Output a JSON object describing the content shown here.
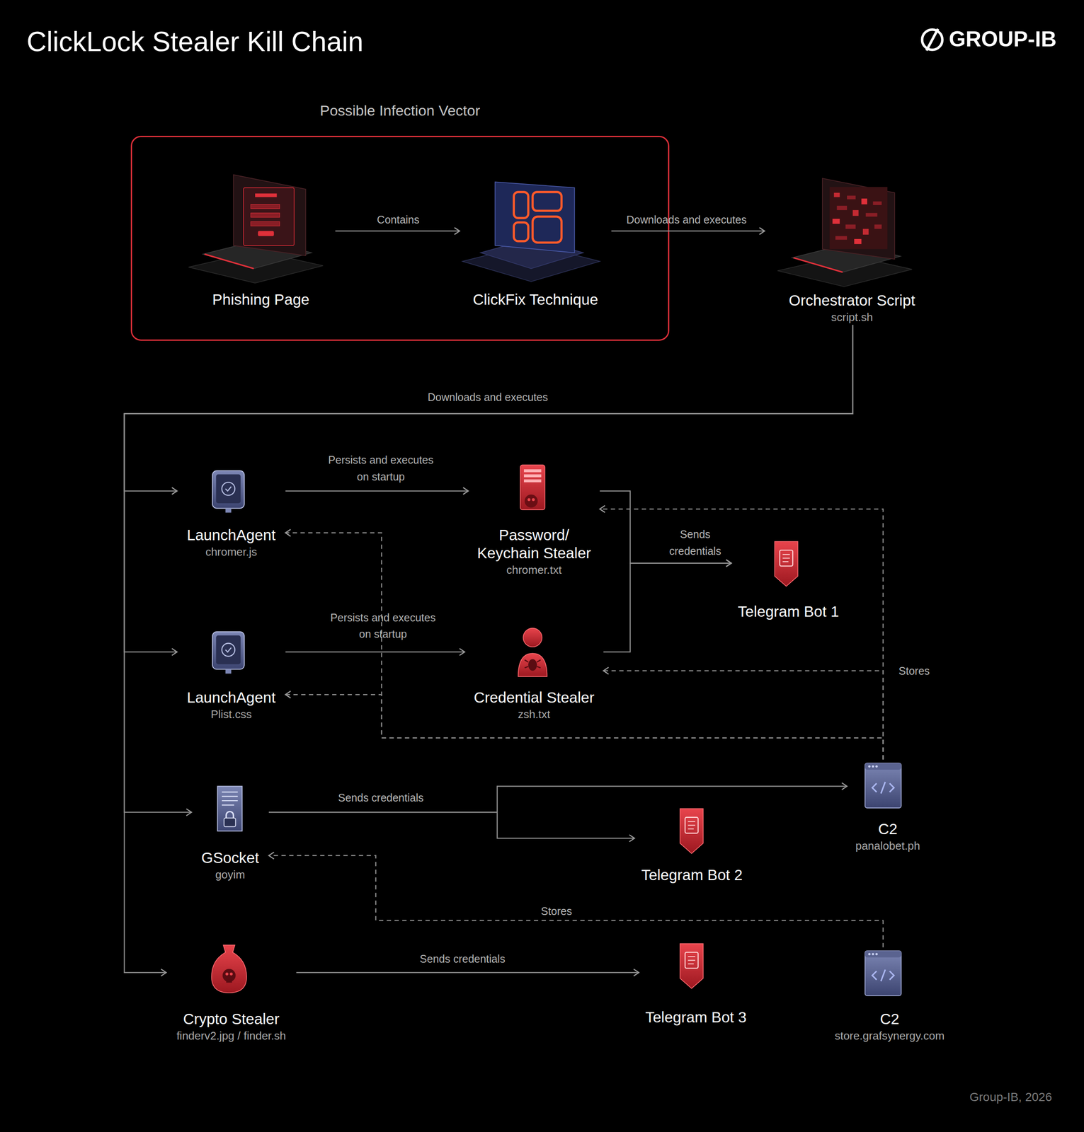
{
  "diagram": {
    "title": "ClickLock Stealer Kill Chain",
    "nodes": [
      {
        "text": [
          "Possible Infection Vector"
        ]
      },
      {
        "text": [
          "Phishing Page"
        ],
        "in": 0
      },
      {
        "text": [
          "ClickFix Technique"
        ],
        "in": 0
      },
      {
        "text": [
          "Orchestrator Script",
          "script.sh"
        ]
      },
      {
        "text": [
          "LaunchAgent",
          "chromer.js"
        ]
      },
      {
        "text": [
          "Password/ Keychain Stealer",
          "chromer.txt"
        ]
      },
      {
        "text": [
          "Telegram Bot 1"
        ]
      },
      {
        "text": [
          "LaunchAgent",
          "Plist.css"
        ]
      },
      {
        "text": [
          "Credential Stealer",
          "zsh.txt"
        ]
      },
      {
        "text": [
          "GSocket",
          "goyim"
        ]
      },
      {
        "text": [
          "C2",
          "panalobet.ph"
        ]
      },
      {
        "text": [
          "Telegram Bot 2"
        ]
      },
      {
        "text": [
          "Crypto Stealer",
          "finderv2.jpg / finder.sh"
        ]
      },
      {
        "text": [
          "Telegram Bot 3"
        ]
      },
      {
        "text": [
          "C2",
          "store.grafsynergy.com"
        ]
      }
    ],
    "edges": [
      {
        "from": 1,
        "to": 2,
        "label": "Contains",
        "arrow": "to"
      },
      {
        "from": 2,
        "to": 3,
        "label": "Downloads and executes",
        "arrow": "to"
      },
      {
        "from": 3,
        "to": 4,
        "label": "Downloads and executes",
        "arrow": "to"
      },
      {
        "from": 3,
        "to": 7,
        "arrow": "to"
      },
      {
        "from": 3,
        "to": 9,
        "arrow": "to"
      },
      {
        "from": 3,
        "to": 12,
        "arrow": "to"
      },
      {
        "from": 4,
        "to": 5,
        "label": "Persists and executes on startup",
        "arrow": "to"
      },
      {
        "from": 7,
        "to": 8,
        "label": "Persists and executes on startup",
        "arrow": "to"
      },
      {
        "from": 5,
        "to": 6,
        "label": "Sends credentials",
        "arrow": "to"
      },
      {
        "from": 8,
        "to": 6,
        "arrow": "to"
      },
      {
        "from": 10,
        "to": 5,
        "arrow": "to"
      },
      {
        "from": 10,
        "to": 8,
        "label": "Stores",
        "arrow": "to"
      },
      {
        "from": 10,
        "to": 4,
        "arrow": "to"
      },
      {
        "from": 10,
        "to": 7,
        "arrow": "to"
      },
      {
        "from": 9,
        "to": 10,
        "label": "Sends credentials",
        "arrow": "to"
      },
      {
        "from": 9,
        "to": 11,
        "arrow": "to"
      },
      {
        "from": 14,
        "to": 9,
        "label": "Stores",
        "arrow": "to"
      },
      {
        "from": 12,
        "to": 13,
        "label": "Sends credentials",
        "arrow": "to"
      }
    ],
    "labels": [
      "GROUP-IB",
      "Group-IB, 2026"
    ]
  }
}
